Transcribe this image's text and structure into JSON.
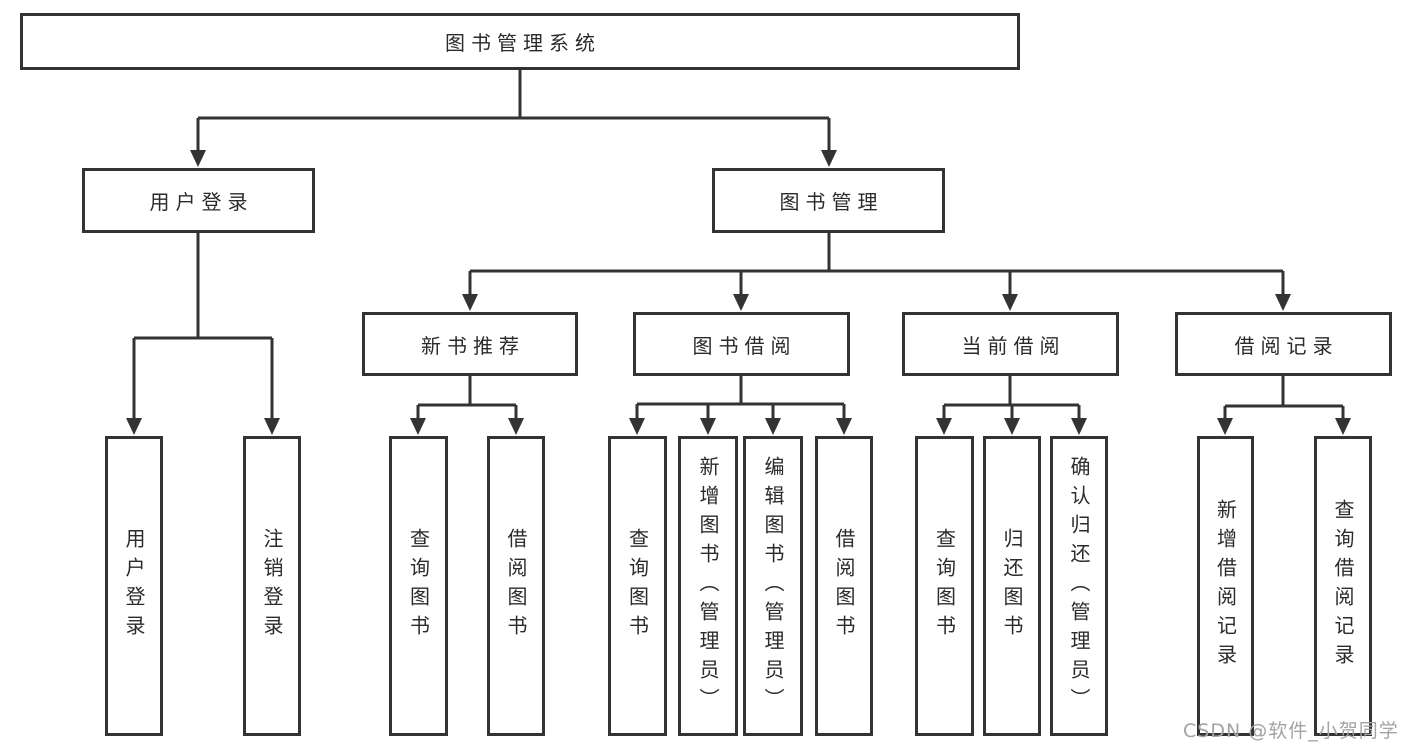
{
  "diagram_title": "图书管理系统",
  "nodes": {
    "root": "图书管理系统",
    "user_login": "用户登录",
    "book_mgmt": "图书管理",
    "new_book": "新书推荐",
    "book_borrow": "图书借阅",
    "current_borrow": "当前借阅",
    "borrow_records": "借阅记录",
    "leaf_user_login": "用户登录",
    "leaf_logout": "注销登录",
    "leaf_nb_query": "查询图书",
    "leaf_nb_borrow": "借阅图书",
    "leaf_bb_query": "查询图书",
    "leaf_bb_add_admin": "新增图书（管理员）",
    "leaf_bb_edit_admin": "编辑图书（管理员）",
    "leaf_bb_borrow": "借阅图书",
    "leaf_cb_query": "查询图书",
    "leaf_cb_return": "归还图书",
    "leaf_cb_confirm_admin": "确认归还（管理员）",
    "leaf_br_add": "新增借阅记录",
    "leaf_br_query": "查询借阅记录"
  },
  "colors": {
    "line": "#333333",
    "text": "#2b2b2b",
    "watermark": "#a3a3a3",
    "background": "#ffffff"
  },
  "watermark": "CSDN @软件_小贺同学"
}
